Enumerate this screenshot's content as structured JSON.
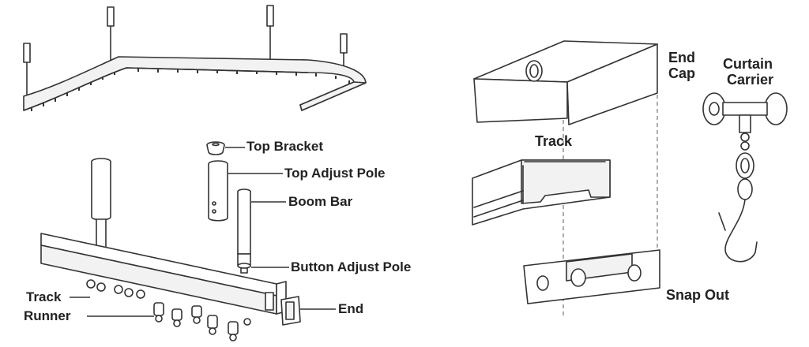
{
  "labels": {
    "top_bracket": "Top Bracket",
    "top_adjust_pole": "Top Adjust Pole",
    "boom_bar": "Boom Bar",
    "button_adjust_pole": "Button Adjust Pole",
    "track_runner_line1": "Track",
    "track_runner_line2": "Runner",
    "end": "End",
    "end_cap_line1": "End",
    "end_cap_line2": "Cap",
    "curtain_carrier_line1": "Curtain",
    "curtain_carrier_line2": "Carrier",
    "track": "Track",
    "snap_out": "Snap Out"
  },
  "colors": {
    "line": "#333333",
    "fill": "#f2f2f2",
    "text": "#222222",
    "background": "#ffffff"
  }
}
